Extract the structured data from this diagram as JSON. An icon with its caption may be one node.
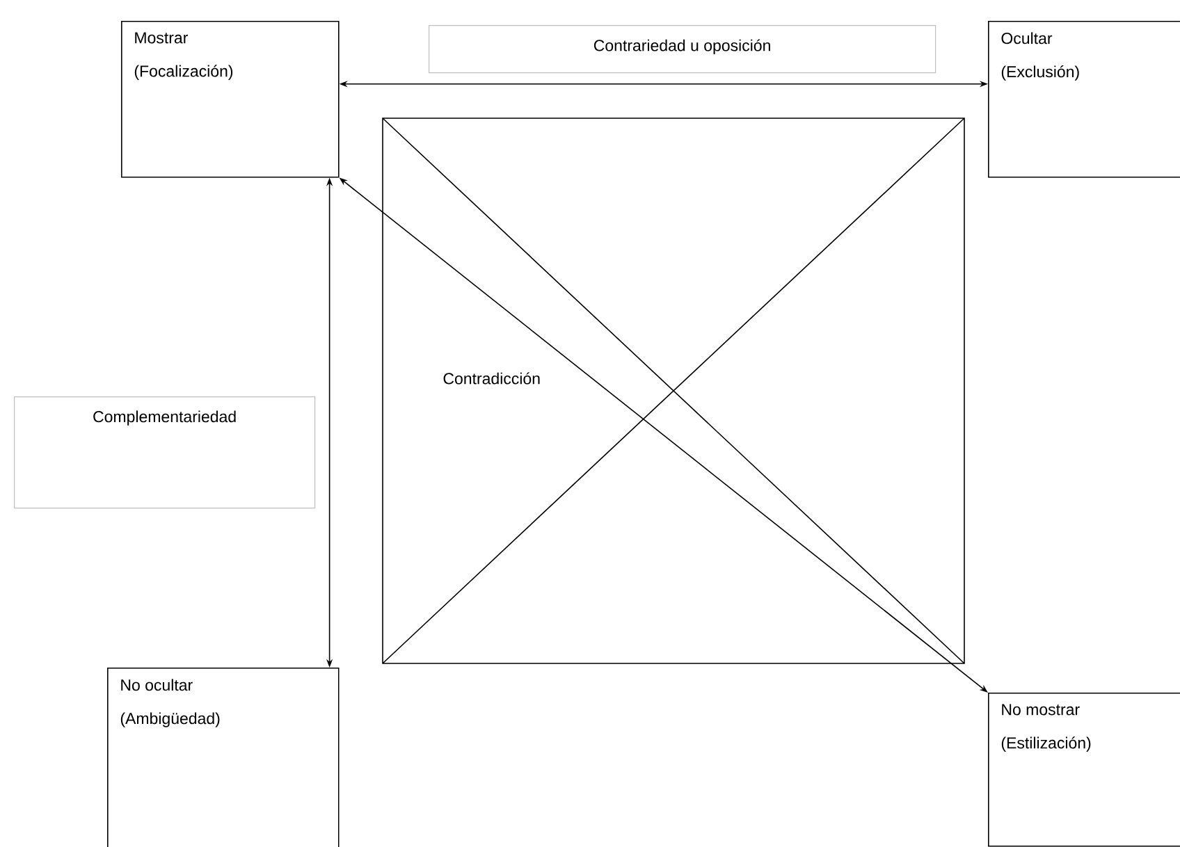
{
  "diagram": {
    "nodes": [
      {
        "text": [
          "Mostrar",
          "(Focalización)"
        ]
      },
      {
        "text": [
          "Ocultar",
          "(Exclusión)"
        ]
      },
      {
        "text": [
          "Contrariedad u oposición"
        ]
      },
      {
        "text": [
          "Complementariedad"
        ]
      },
      {
        "text": [
          "No ocultar",
          "(Ambigüedad)"
        ]
      },
      {
        "text": [
          "No mostrar",
          "(Estilización)"
        ]
      }
    ],
    "edges": [
      {
        "from": 0,
        "to": 1,
        "arrow": "both"
      },
      {
        "from": 0,
        "to": 4,
        "arrow": "both"
      },
      {
        "from": 0,
        "to": 5,
        "arrow": "both"
      }
    ],
    "labels": [
      "Contradicción"
    ]
  }
}
